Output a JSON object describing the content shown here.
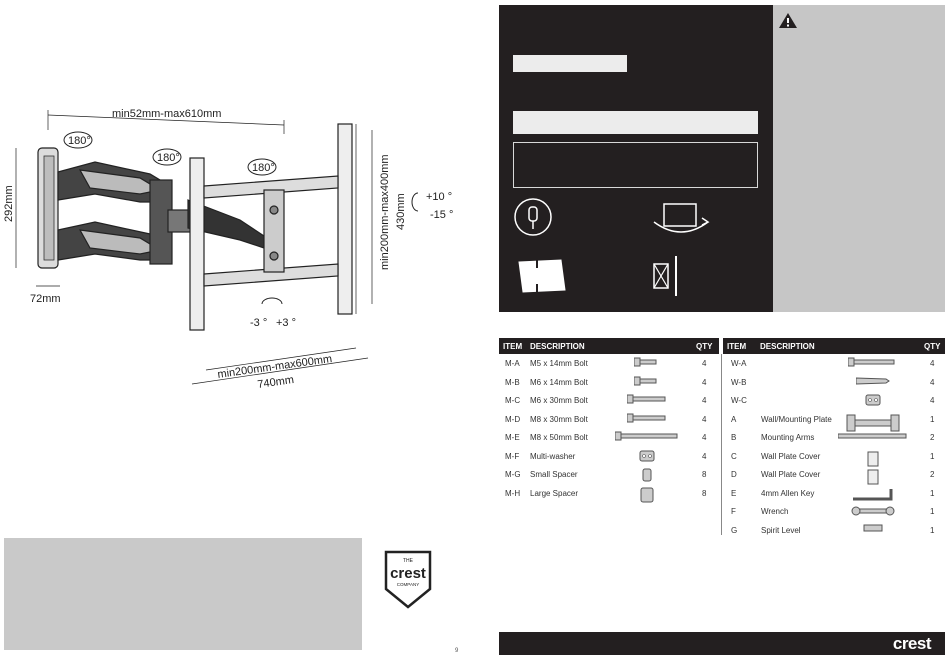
{
  "diagram": {
    "dim_top": "min52mm-max610mm",
    "height_left": "292mm",
    "depth_bottom": "72mm",
    "rot1": "180°",
    "rot2": "180°",
    "rot3": "180°",
    "vert_dim": "min200mm-max400mm",
    "height_right": "430mm",
    "tilt_up": "+10 °",
    "tilt_down": "-15 °",
    "level_minus": "-3 °",
    "level_plus": "+3 °",
    "horiz_dim": "min200mm-max600mm",
    "width_total": "740mm"
  },
  "logo": {
    "top": "THE",
    "brand": "crest",
    "bottom": "COMPANY"
  },
  "page_number": "9",
  "table": {
    "headers": {
      "item": "ITEM",
      "description": "DESCRIPTION",
      "qty": "QTY"
    },
    "left_rows": [
      {
        "item": "M-A",
        "desc": "M5 x 14mm Bolt",
        "qty": "4",
        "icon": "short-bolt-icon"
      },
      {
        "item": "M-B",
        "desc": "M6 x 14mm Bolt",
        "qty": "4",
        "icon": "short-bolt-icon"
      },
      {
        "item": "M-C",
        "desc": "M6 x 30mm Bolt",
        "qty": "4",
        "icon": "medium-bolt-icon"
      },
      {
        "item": "M-D",
        "desc": "M8 x 30mm Bolt",
        "qty": "4",
        "icon": "medium-bolt-icon"
      },
      {
        "item": "M-E",
        "desc": "M8 x 50mm Bolt",
        "qty": "4",
        "icon": "long-bolt-icon"
      },
      {
        "item": "M-F",
        "desc": "Multi-washer",
        "qty": "4",
        "icon": "washer-icon"
      },
      {
        "item": "M-G",
        "desc": "Small Spacer",
        "qty": "8",
        "icon": "small-spacer-icon"
      },
      {
        "item": "M-H",
        "desc": "Large Spacer",
        "qty": "8",
        "icon": "large-spacer-icon"
      }
    ],
    "right_rows": [
      {
        "item": "W-A",
        "desc": "",
        "qty": "4",
        "icon": "lag-bolt-icon"
      },
      {
        "item": "W-B",
        "desc": "",
        "qty": "4",
        "icon": "wall-anchor-icon"
      },
      {
        "item": "W-C",
        "desc": "",
        "qty": "4",
        "icon": "washer-icon"
      },
      {
        "item": "A",
        "desc": "Wall/Mounting Plate",
        "qty": "1",
        "icon": "wall-plate-icon"
      },
      {
        "item": "B",
        "desc": "Mounting Arms",
        "qty": "2",
        "icon": "mounting-arm-icon"
      },
      {
        "item": "C",
        "desc": "Wall Plate Cover",
        "qty": "1",
        "icon": "cover-icon"
      },
      {
        "item": "D",
        "desc": "Wall Plate Cover",
        "qty": "2",
        "icon": "cover-icon"
      },
      {
        "item": "E",
        "desc": "4mm Allen Key",
        "qty": "1",
        "icon": "allen-key-icon"
      },
      {
        "item": "F",
        "desc": "Wrench",
        "qty": "1",
        "icon": "wrench-icon"
      },
      {
        "item": "G",
        "desc": "Spirit Level",
        "qty": "1",
        "icon": "spirit-level-icon"
      }
    ]
  },
  "footer": {
    "brand": "crest"
  },
  "colors": {
    "dark": "#231f20",
    "panel_gray": "#c6c6c6",
    "box_gray": "#c9c9c9"
  }
}
